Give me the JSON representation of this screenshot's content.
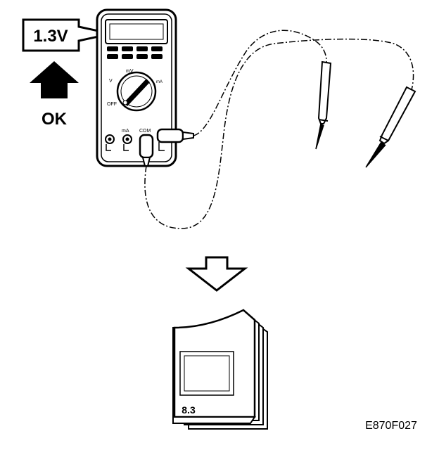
{
  "reading_callout": {
    "value": "1.3V"
  },
  "status_label": "OK",
  "manual_section": "8.3",
  "figure_code": "E870F027",
  "meter_terminals": {
    "com": "COM",
    "ma": "mA"
  },
  "meter_dial": {
    "off": "OFF",
    "mv": "mV",
    "v": "V"
  }
}
